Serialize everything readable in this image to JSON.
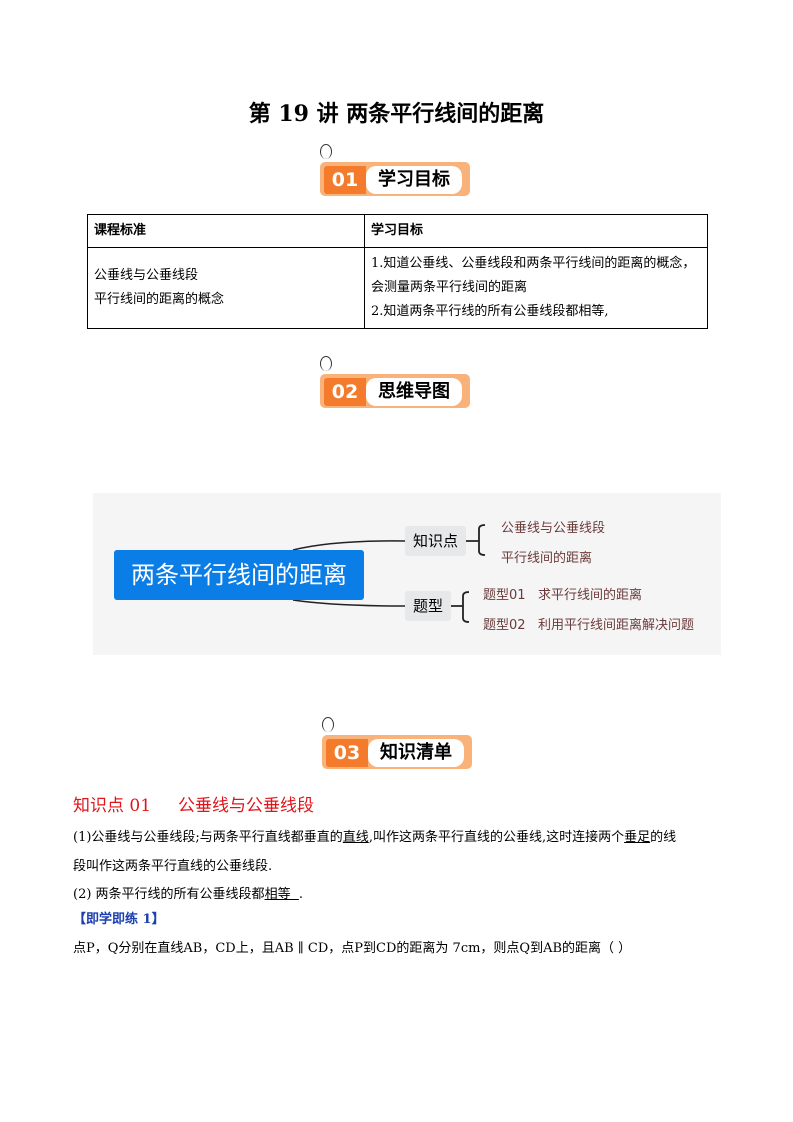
{
  "title": "第 19 讲  两条平行线间的距离",
  "badges": [
    {
      "num": "01",
      "label": "学习目标"
    },
    {
      "num": "02",
      "label": "思维导图"
    },
    {
      "num": "03",
      "label": "知识清单"
    }
  ],
  "table": {
    "headers": [
      "课程标准",
      "学习目标"
    ],
    "standards": [
      "公垂线与公垂线段",
      "平行线间的距离的概念"
    ],
    "goals": [
      "1.知道公垂线、公垂线段和两条平行线间的距离的概念，",
      "会测量两条平行线间的距离",
      "2.知道两条平行线的所有公垂线段都相等,"
    ]
  },
  "mindmap": {
    "root": "两条平行线间的距离",
    "branches": [
      {
        "label": "知识点",
        "leaves": [
          "公垂线与公垂线段",
          "平行线间的距离"
        ]
      },
      {
        "label": "题型",
        "leaves": [
          "题型01   求平行线间的距离",
          "题型02   利用平行线间距离解决问题"
        ]
      }
    ]
  },
  "section": {
    "heading": "知识点 01     公垂线与公垂线段",
    "p1a": "(1)公垂线与公垂线段;与两条平行直线都垂直的",
    "p1u1": "直线",
    "p1b": ",叫作这两条平行直线的公垂线,这时连接两个",
    "p1u2": "垂足",
    "p1c": "的线",
    "p1d": "段叫作这两条平行直线的公垂线段.",
    "p2a": "(2) 两条平行线的所有公垂线段都",
    "p2u": "相等  ",
    "p2b": ".",
    "practice": "【即学即练 1】",
    "q": "点P，Q分别在直线AB，CD上，且AB ∥ CD，点P到CD的距离为 7cm，则点Q到AB的距离（    ）"
  }
}
